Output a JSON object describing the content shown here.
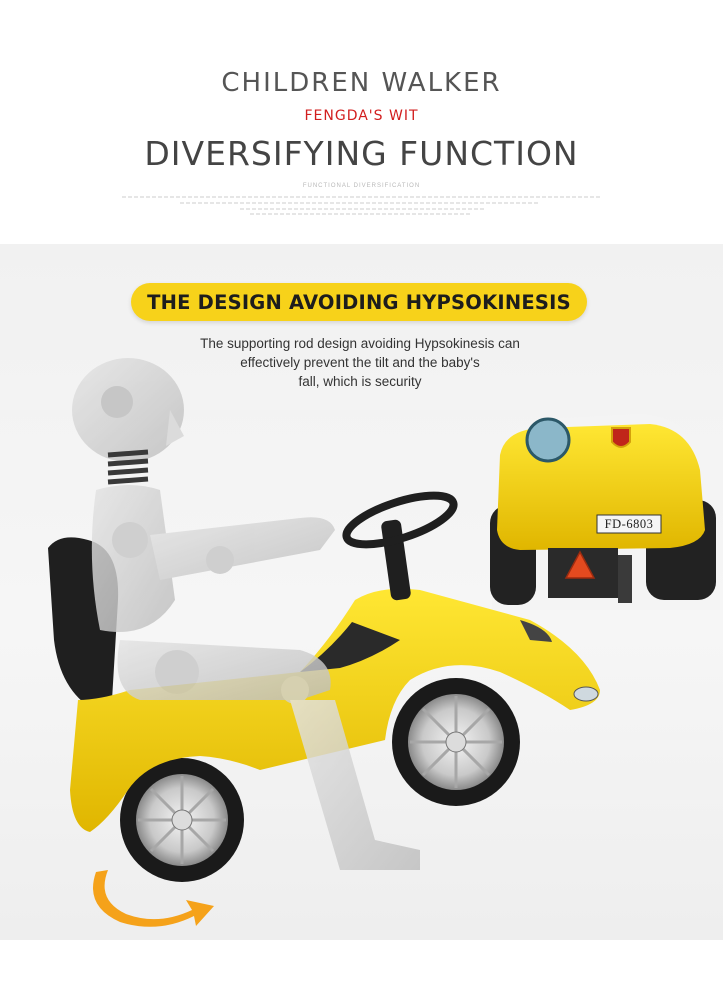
{
  "header": {
    "title": "CHILDREN  WALKER",
    "brand": "FENGDA'S WIT",
    "headline": "DIVERSIFYING FUNCTION",
    "subtitle": "FUNCTIONAL DIVERSIFICATION"
  },
  "feature": {
    "heading": "THE DESIGN AVOIDING HYPSOKINESIS",
    "description_lines": [
      "The supporting rod design avoiding Hypsokinesis can",
      "effectively prevent the tilt and the baby's",
      "fall, which is security"
    ]
  },
  "product": {
    "plate_text": "FD-6803"
  },
  "colors": {
    "accent_yellow": "#f7d21a",
    "car_yellow": "#f2d500",
    "brand_red": "#d21e1e",
    "panel_gray": "#f2f2f2",
    "arrow_orange": "#f5a21a"
  }
}
